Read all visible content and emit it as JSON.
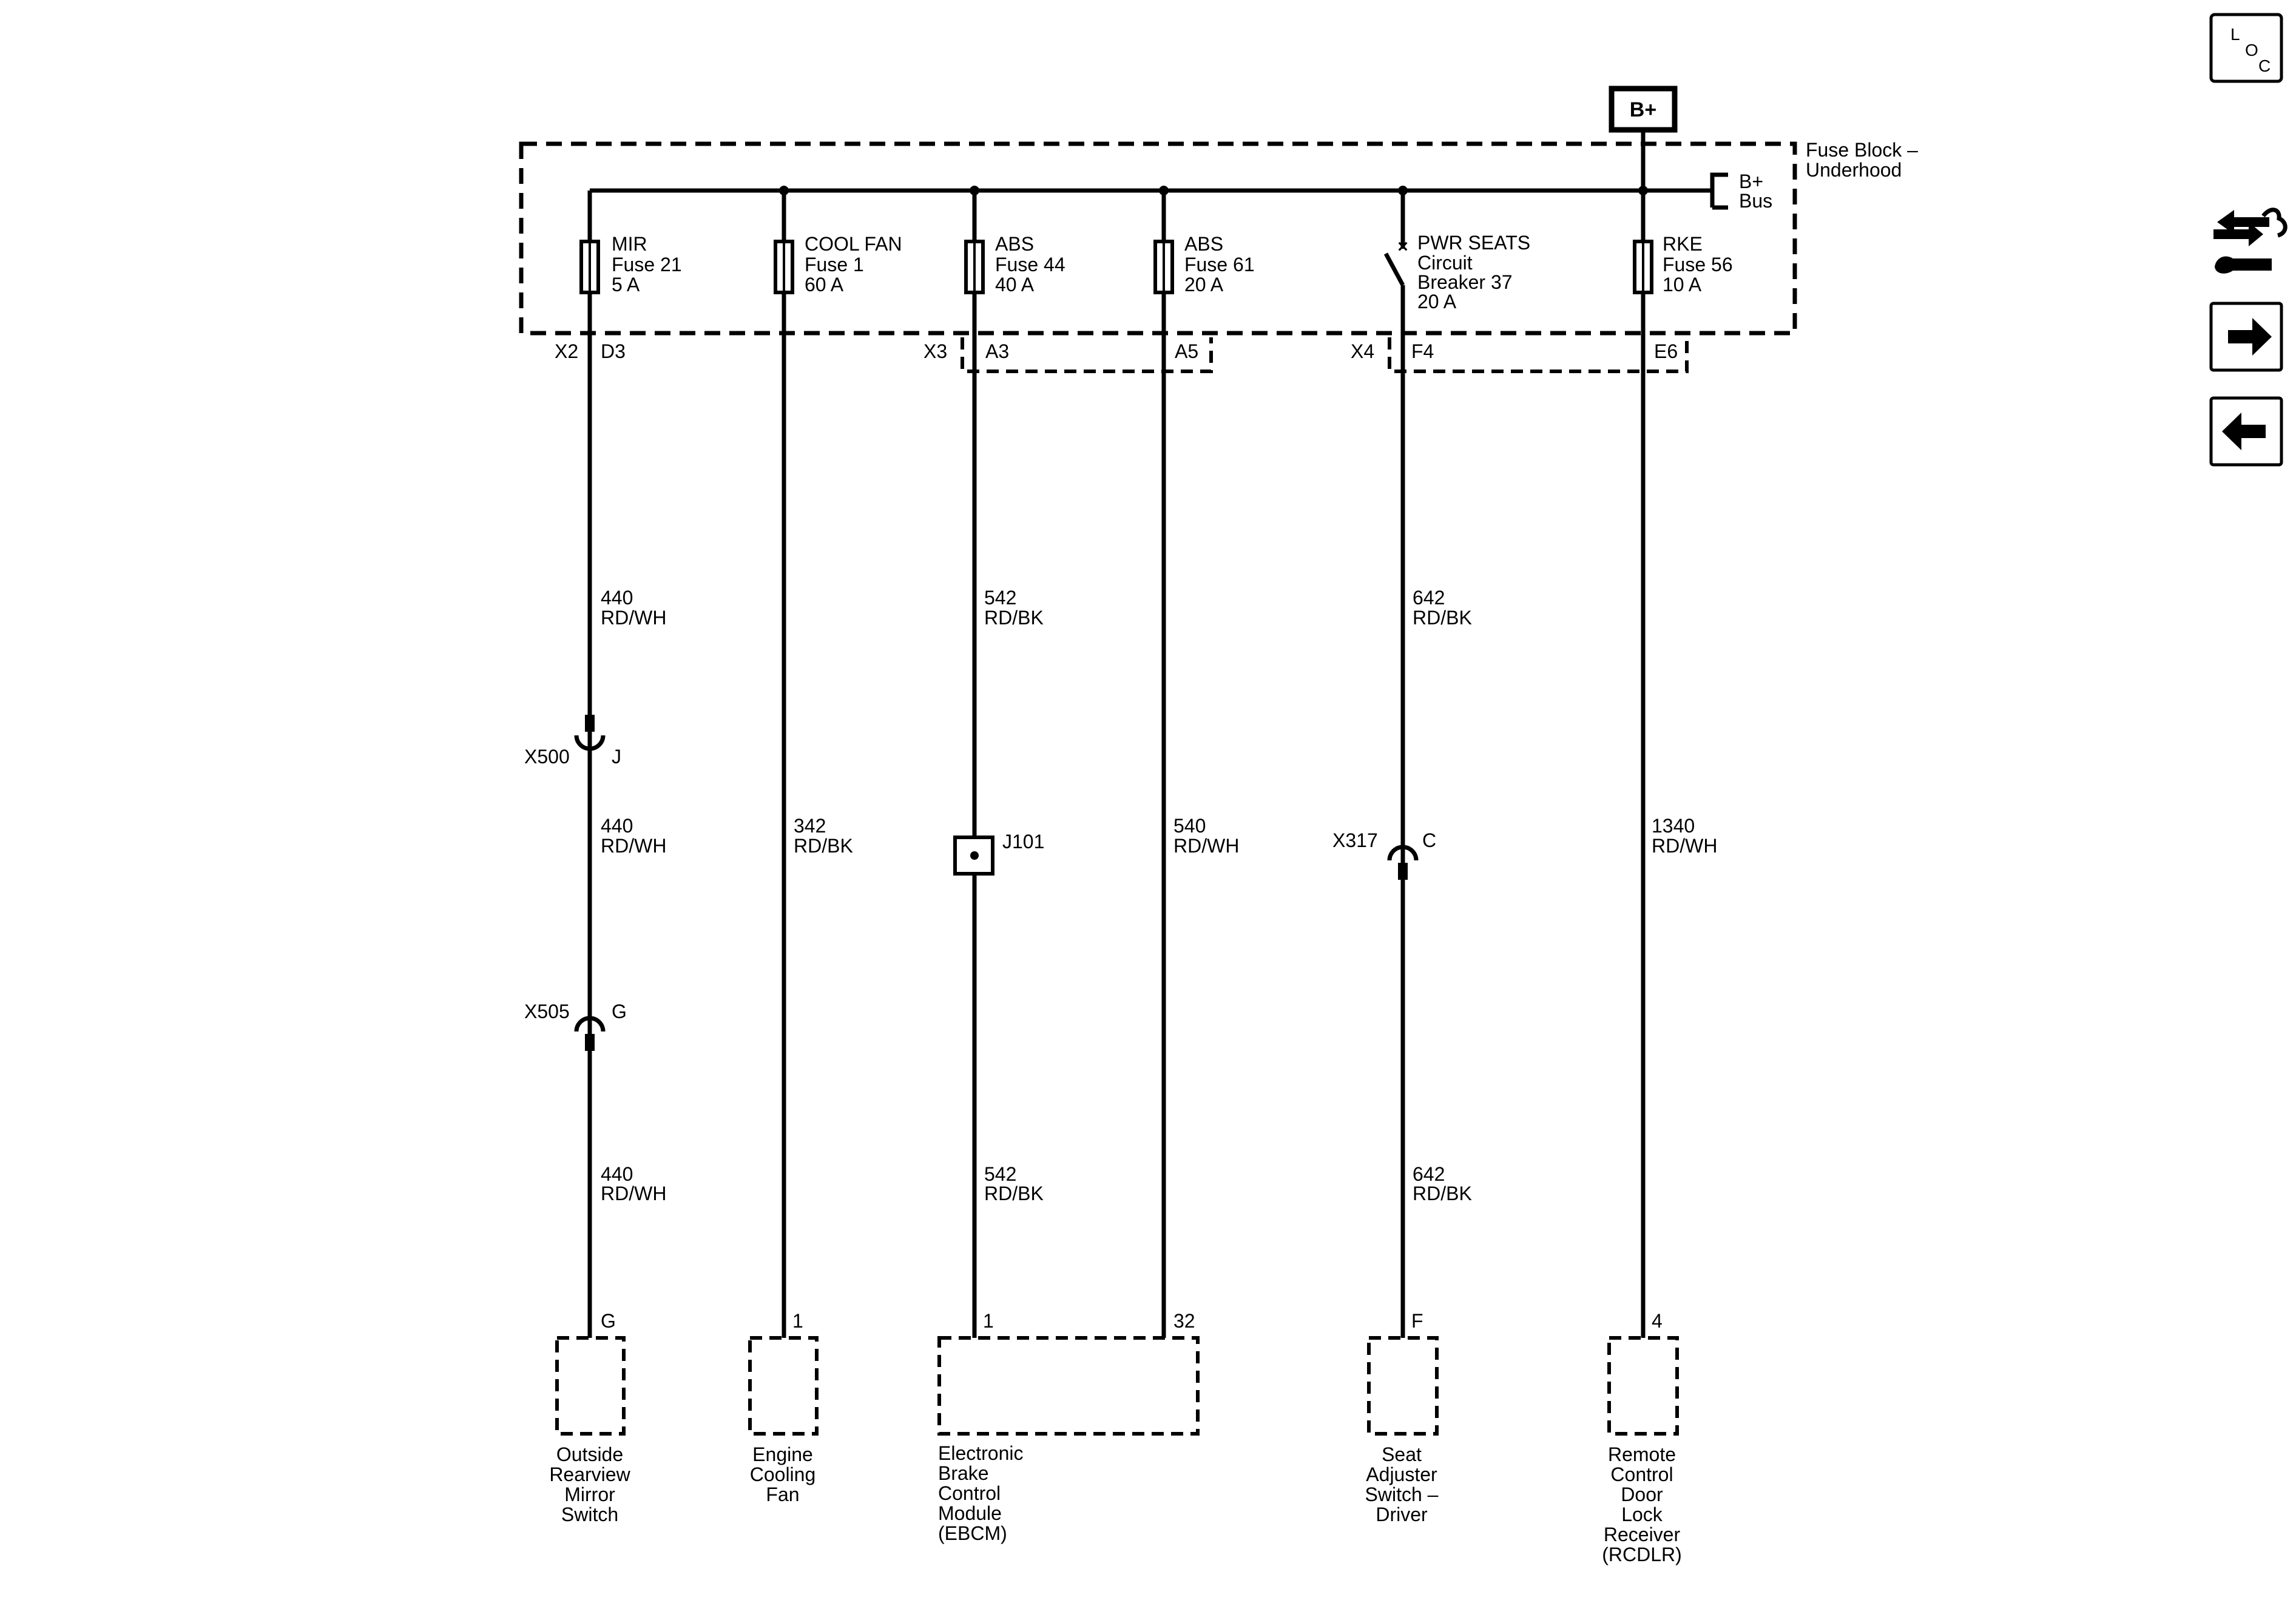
{
  "power_source": {
    "label": "B+"
  },
  "fuse_block": {
    "title_line1": "Fuse Block –",
    "title_line2": "Underhood",
    "bus_line1": "B+",
    "bus_line2": "Bus"
  },
  "fuses": [
    {
      "line1": "MIR",
      "line2": "Fuse 21",
      "line3": "5 A"
    },
    {
      "line1": "COOL FAN",
      "line2": "Fuse 1",
      "line3": "60 A"
    },
    {
      "line1": "ABS",
      "line2": "Fuse 44",
      "line3": "40 A"
    },
    {
      "line1": "ABS",
      "line2": "Fuse 61",
      "line3": "20 A"
    },
    {
      "line1": "PWR SEATS",
      "line2": "Circuit",
      "line3": "Breaker 37",
      "line4": "20 A"
    },
    {
      "line1": "RKE",
      "line2": "Fuse 56",
      "line3": "10 A"
    }
  ],
  "block_connectors": {
    "x2": "X2",
    "d3": "D3",
    "x3": "X3",
    "a3": "A3",
    "a5": "A5",
    "x4": "X4",
    "f4": "F4",
    "e6": "E6"
  },
  "wires": {
    "mir_upper": {
      "num": "440",
      "color": "RD/WH"
    },
    "mir_middle": {
      "num": "440",
      "color": "RD/WH"
    },
    "mir_lower": {
      "num": "440",
      "color": "RD/WH"
    },
    "fan": {
      "num": "342",
      "color": "RD/BK"
    },
    "abs44_upper": {
      "num": "542",
      "color": "RD/BK"
    },
    "abs44_lower": {
      "num": "542",
      "color": "RD/BK"
    },
    "abs61": {
      "num": "540",
      "color": "RD/WH"
    },
    "seat_upper": {
      "num": "642",
      "color": "RD/BK"
    },
    "seat_lower": {
      "num": "642",
      "color": "RD/BK"
    },
    "rke": {
      "num": "1340",
      "color": "RD/WH"
    }
  },
  "inline_connectors": {
    "x500": {
      "name": "X500",
      "pin": "J"
    },
    "x505": {
      "name": "X505",
      "pin": "G"
    },
    "x317": {
      "name": "X317",
      "pin": "C"
    },
    "j101": {
      "name": "J101"
    }
  },
  "components": [
    {
      "pin": "G",
      "lines": [
        "Outside",
        "Rearview",
        "Mirror",
        "Switch"
      ]
    },
    {
      "pin": "1",
      "lines": [
        "Engine",
        "Cooling",
        "Fan"
      ]
    },
    {
      "pin": "1",
      "pin2": "32",
      "lines": [
        "Electronic",
        "Brake",
        "Control",
        "Module",
        "(EBCM)"
      ]
    },
    {
      "pin": "F",
      "lines": [
        "Seat",
        "Adjuster",
        "Switch –",
        "Driver"
      ]
    },
    {
      "pin": "4",
      "lines": [
        "Remote",
        "Control",
        "Door",
        "Lock",
        "Receiver",
        "(RCDLR)"
      ]
    }
  ],
  "sidebar": {
    "loc_button": {
      "l": "L",
      "o": "O",
      "c": "C"
    },
    "icons": [
      "component-locator-icon",
      "service-tools-icon",
      "next-arrow-icon",
      "previous-arrow-icon"
    ]
  }
}
